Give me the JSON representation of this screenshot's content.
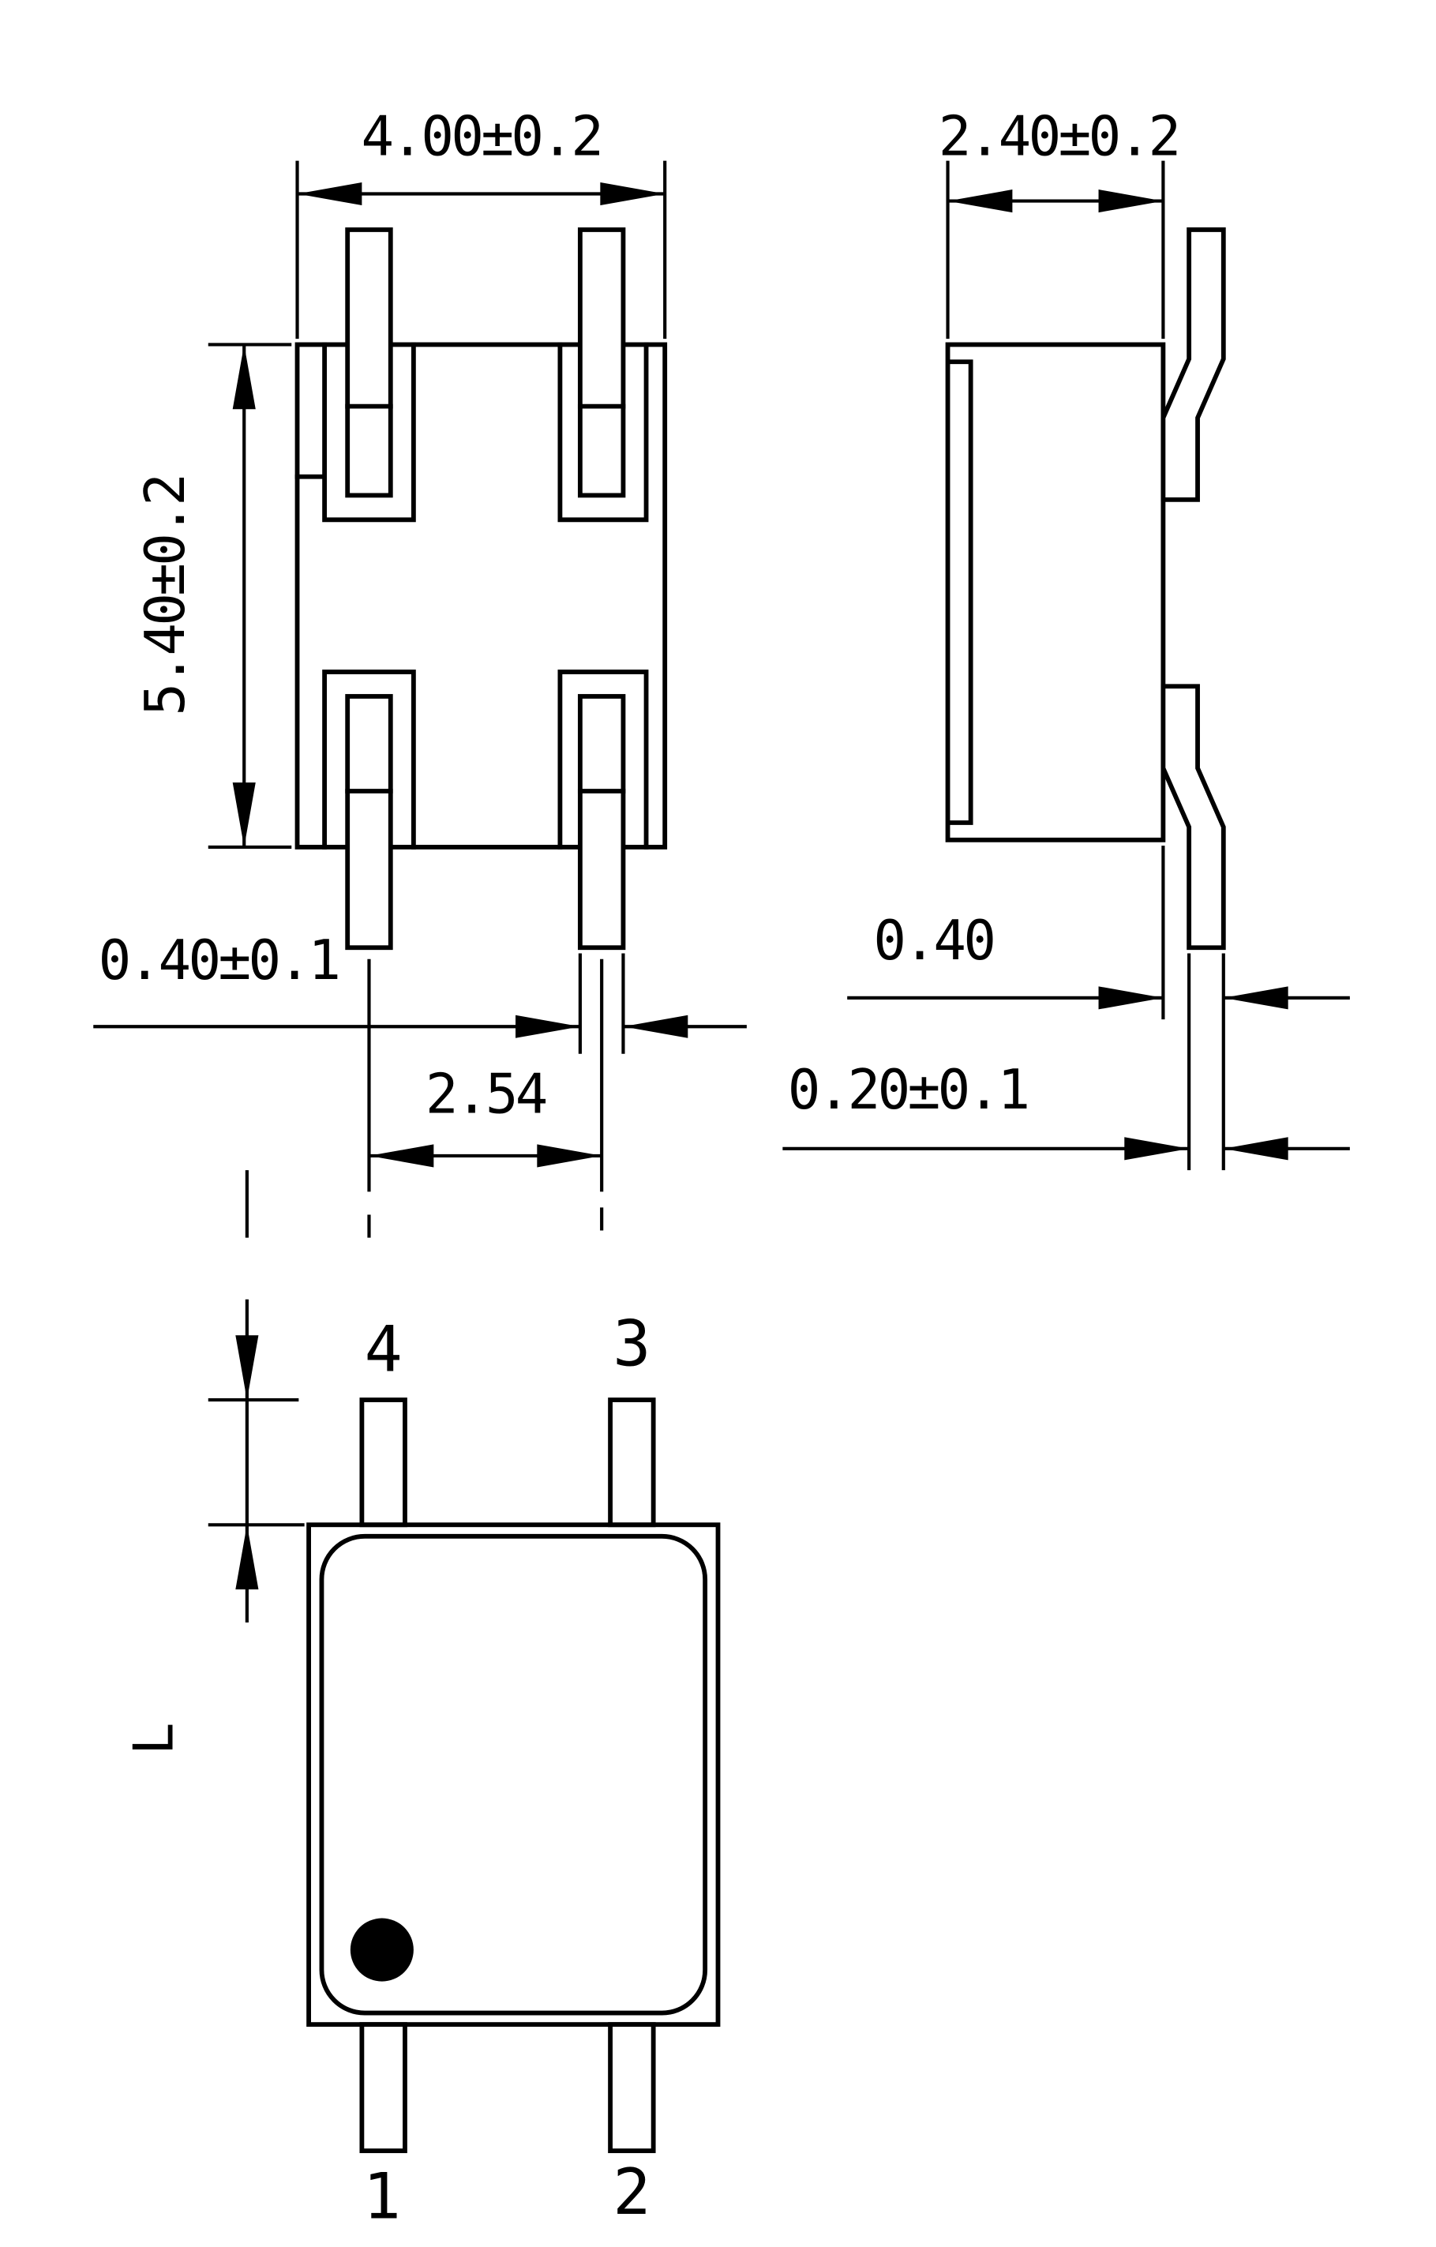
{
  "colors": {
    "line": "#000000",
    "background": "#ffffff"
  },
  "front_view": {
    "dim_body_width": "4.00±0.2",
    "dim_body_height": "5.40±0.2",
    "dim_lead_width": "0.40±0.1",
    "dim_lead_pitch": "2.54"
  },
  "side_view": {
    "dim_body_depth": "2.40±0.2",
    "dim_lead_standoff": "0.40",
    "dim_lead_thickness": "0.20±0.1"
  },
  "bottom_view": {
    "dim_lead_length_label": "L",
    "pins": {
      "top_left": "4",
      "top_right": "3",
      "bottom_left": "1",
      "bottom_right": "2"
    }
  }
}
